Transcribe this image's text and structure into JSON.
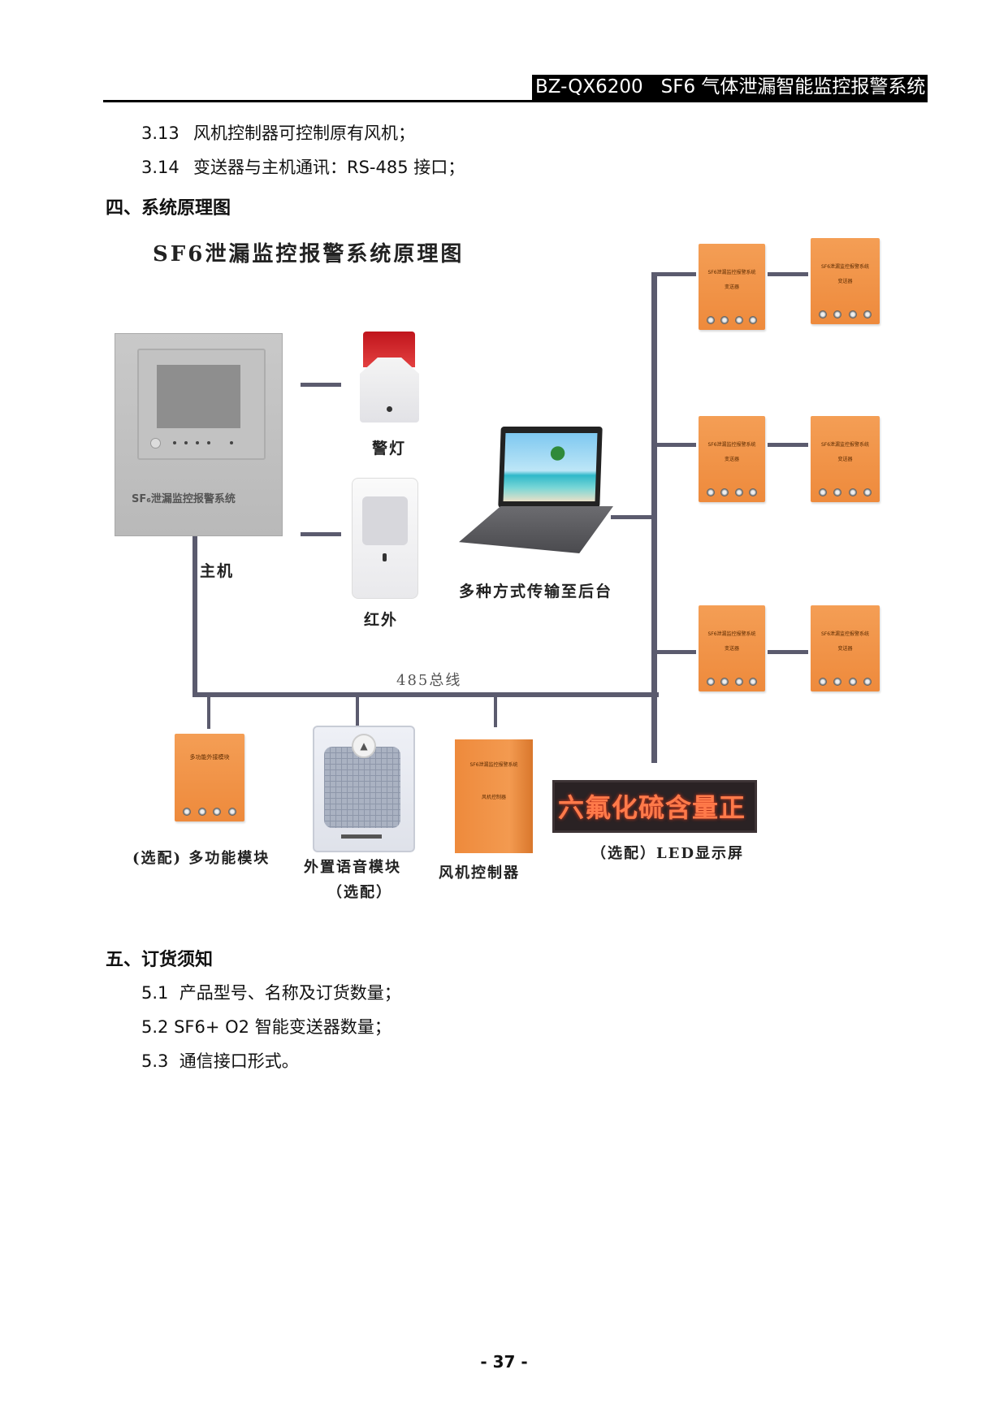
{
  "header": {
    "model": "BZ-QX6200",
    "title": "SF6 气体泄漏智能监控报警系统"
  },
  "spec_items": [
    {
      "num": "3.13",
      "text": "风机控制器可控制原有风机；"
    },
    {
      "num": "3.14",
      "text": "变送器与主机通讯：RS-485 接口；"
    }
  ],
  "section4": {
    "heading": "四、系统原理图",
    "diagram": {
      "title": "SF6泄漏监控报警系统原理图",
      "host": {
        "panel_label": "SF₆泄漏监控报警系统",
        "caption": "主机"
      },
      "alarm_light": {
        "caption": "警灯"
      },
      "ir_sensor": {
        "caption": "红外"
      },
      "laptop": {
        "caption": "多种方式传输至后台"
      },
      "bus": {
        "label": "485总线"
      },
      "transmitter": {
        "line1": "SF6泄漏监控报警系统",
        "line2": "变送器"
      },
      "transmitter_count": 6,
      "multifunction_module": {
        "box_label": "多功能外接模块",
        "caption": "(选配) 多功能模块"
      },
      "voice_module": {
        "caption_line1": "外置语音模块",
        "caption_line2": "（选配）"
      },
      "fan_controller": {
        "box_line1": "SF6泄漏监控报警系统",
        "box_line2": "风机控制器",
        "caption": "风机控制器"
      },
      "led_display": {
        "screen_text": "六氟化硫含量正",
        "caption": "（选配）LED显示屏"
      }
    }
  },
  "section5": {
    "heading": "五、订货须知",
    "items": [
      {
        "num": "5.1",
        "text": "产品型号、名称及订货数量；"
      },
      {
        "num": "5.2",
        "text": "SF6+ O2 智能变送器数量；"
      },
      {
        "num": "5.3",
        "text": "通信接口形式。"
      }
    ]
  },
  "footer": {
    "page_number": "- 37 -"
  }
}
